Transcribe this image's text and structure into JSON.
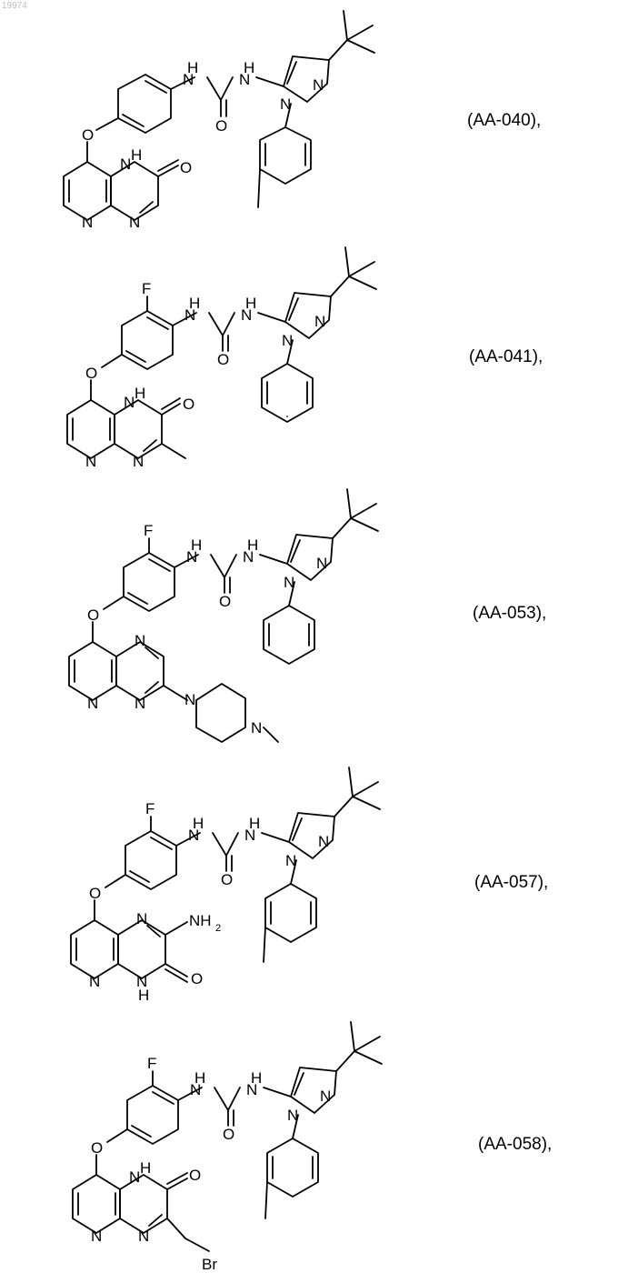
{
  "page": {
    "page_number": "19974"
  },
  "atom_labels": {
    "nh": "H",
    "n_letter": "N",
    "o": "O",
    "f": "F",
    "br": "Br",
    "nh2_base": "NH",
    "nh2_sub": "2"
  },
  "compounds": [
    {
      "id_label": "(AA-040),",
      "aryl_substituent": "methyl",
      "phenyl_substituent": "fluoro-free",
      "core": "pyrido[2,3-b]pyrazin-2(1H)-one"
    },
    {
      "id_label": "(AA-041),",
      "aryl_substituent": "none",
      "phenyl_substituent": "fluoro",
      "core": "3-methylpyrido[2,3-b]pyrazin-2(1H)-one"
    },
    {
      "id_label": "(AA-053),",
      "aryl_substituent": "none",
      "phenyl_substituent": "fluoro",
      "core": "3-(4-methylpiperazin-1-yl)pyrido[2,3-b]pyrazine"
    },
    {
      "id_label": "(AA-057),",
      "aryl_substituent": "methyl",
      "phenyl_substituent": "fluoro",
      "core": "2-amino-pyrido[2,3-b]pyrazin-3(4H)-one"
    },
    {
      "id_label": "(AA-058),",
      "aryl_substituent": "methyl",
      "phenyl_substituent": "fluoro",
      "core": "3-(bromomethyl)pyrido[2,3-b]pyrazin-2(1H)-one"
    }
  ]
}
